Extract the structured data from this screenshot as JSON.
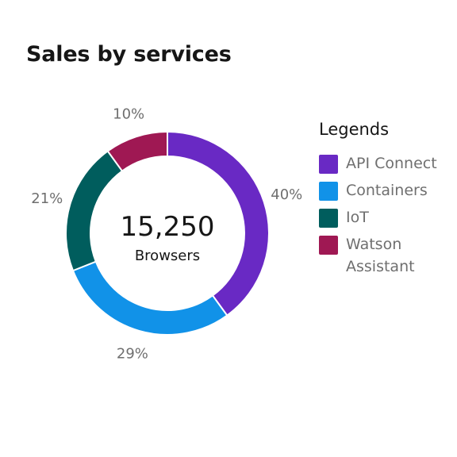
{
  "title": "Sales by services",
  "legend_title": "Legends",
  "center": {
    "value": "15,250",
    "label": "Browsers"
  },
  "chart_data": {
    "type": "pie",
    "style": "donut",
    "title": "Sales by services",
    "categories": [
      "API Connect",
      "Containers",
      "IoT",
      "Watson Assistant"
    ],
    "values": [
      40,
      29,
      21,
      10
    ],
    "labels": [
      "40%",
      "29%",
      "21%",
      "10%"
    ],
    "colors": [
      "#6929c4",
      "#1192e8",
      "#005d5d",
      "#9f1853"
    ],
    "legend_position": "right"
  }
}
